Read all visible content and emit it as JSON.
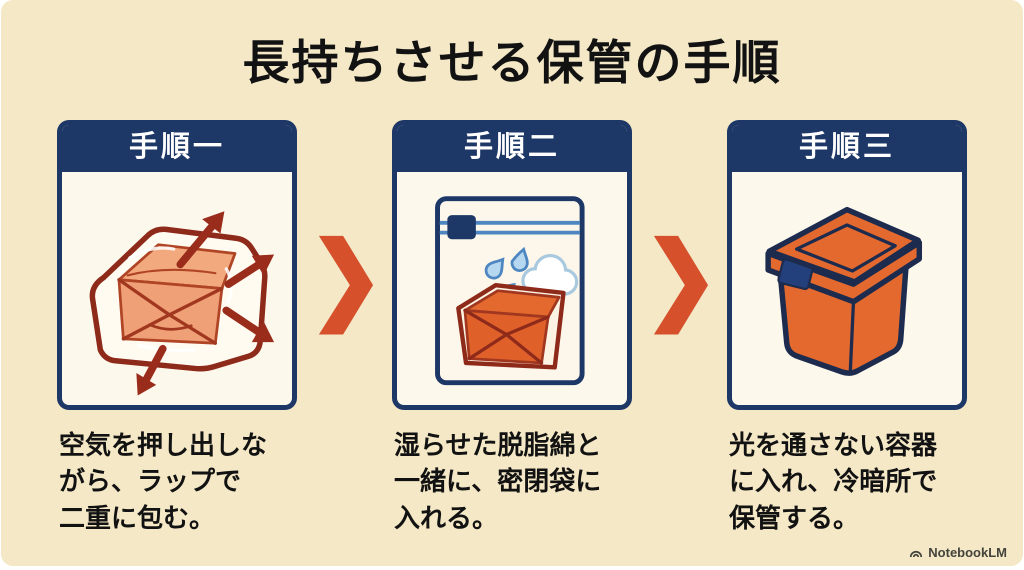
{
  "page": {
    "title": "長持ちさせる保管の手順"
  },
  "steps": [
    {
      "header": "手順一",
      "caption": "空気を押し出しな\nがら、ラップで\n二重に包む。",
      "illustration": "plastic-wrapped-block-with-air-arrows"
    },
    {
      "header": "手順二",
      "caption": "湿らせた脱脂綿と\n一緒に、密閉袋に\n入れる。",
      "illustration": "ziplock-bag-with-droplets-cotton-and-block"
    },
    {
      "header": "手順三",
      "caption": "光を通さない容器\nに入れ、冷暗所で\n保管する。",
      "illustration": "opaque-storage-container"
    }
  ],
  "watermark": {
    "label": "NotebookLM"
  },
  "colors": {
    "card_bg": "#f4e8c6",
    "panel_bg": "#fdf8ec",
    "navy": "#1d3766",
    "chevron_red": "#d6502c",
    "outline_dark_red": "#8e2a1a",
    "arrow_red": "#9a2c1b",
    "orange": "#e4692e",
    "salmon": "#f0a078",
    "zipper_blue": "#4d86c0",
    "droplet_blue": "#b5d7ef",
    "text": "#121212",
    "watermark_gray": "#44443c"
  }
}
